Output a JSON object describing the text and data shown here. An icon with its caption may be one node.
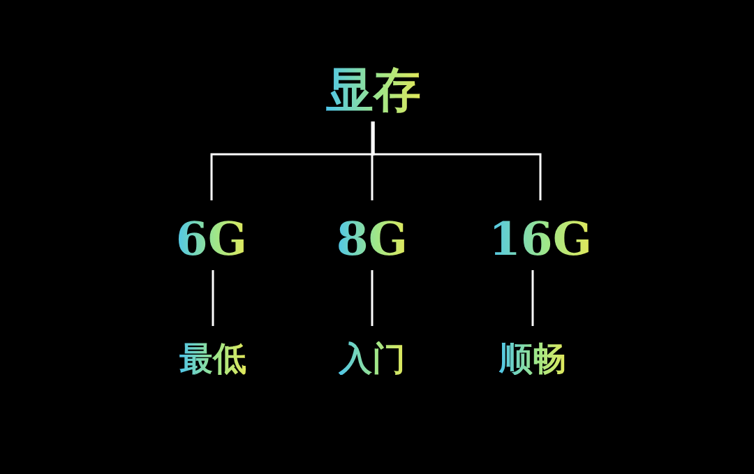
{
  "diagram": {
    "nodes": [
      {
        "text": [
          "显存"
        ]
      },
      {
        "text": [
          "6G"
        ]
      },
      {
        "text": [
          "8G"
        ]
      },
      {
        "text": [
          "16G"
        ]
      },
      {
        "text": [
          "最低"
        ]
      },
      {
        "text": [
          "入门"
        ]
      },
      {
        "text": [
          "顺畅"
        ]
      }
    ],
    "edges": [
      {
        "from": 0,
        "to": 1,
        "arrow": "none"
      },
      {
        "from": 0,
        "to": 2,
        "arrow": "none"
      },
      {
        "from": 0,
        "to": 3,
        "arrow": "none"
      },
      {
        "from": 1,
        "to": 4,
        "arrow": "none"
      },
      {
        "from": 2,
        "to": 5,
        "arrow": "none"
      },
      {
        "from": 3,
        "to": 6,
        "arrow": "none"
      }
    ]
  }
}
